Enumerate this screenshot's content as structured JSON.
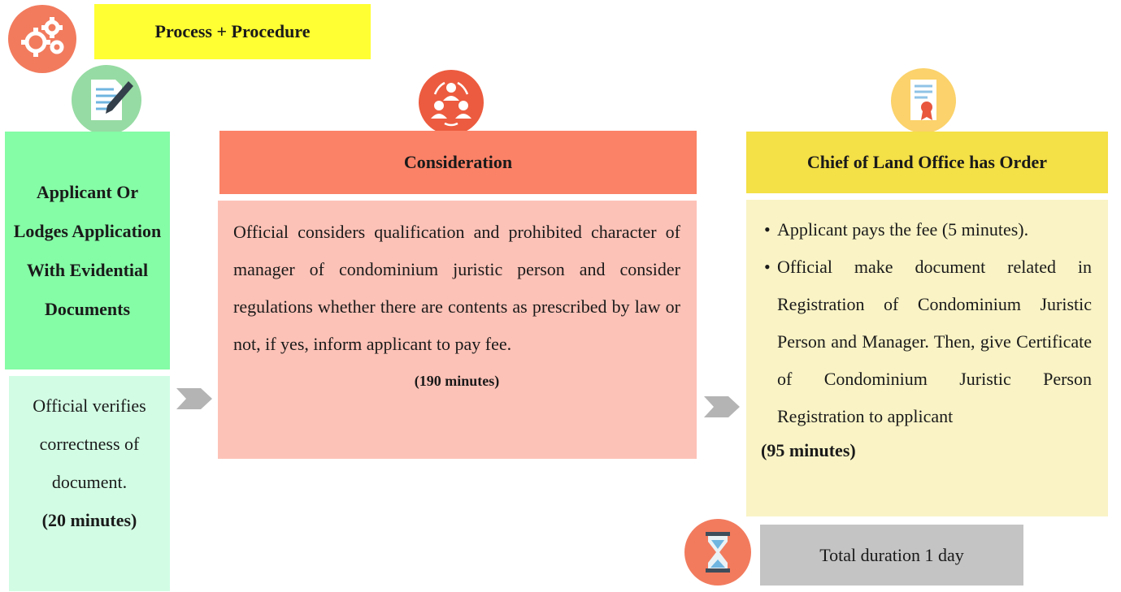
{
  "header": {
    "title": "Process + Procedure"
  },
  "steps": [
    {
      "title": "Applicant Or Lodges Application With Evidential Documents",
      "body": "Official verifies correctness of document.",
      "duration": "(20 minutes)"
    },
    {
      "title": "Consideration",
      "body": "Official considers qualification and prohibited character of manager of condominium juristic person and consider regulations whether there are contents as prescribed by law or not, if yes, inform applicant to pay fee.",
      "duration": "(190 minutes)"
    },
    {
      "title": "Chief of Land Office has Order",
      "bullets": [
        "Applicant pays the fee (5 minutes).",
        "Official make document related in Registration of Condominium Juristic Person and Manager. Then, give Certificate of Condominium Juristic Person Registration to applicant"
      ],
      "duration": "(95 minutes)"
    }
  ],
  "total": {
    "label": "Total duration 1 day"
  },
  "icons": {
    "header": "gears-icon",
    "step1": "document-pen-icon",
    "step2": "people-cycle-icon",
    "step3": "certificate-icon",
    "total": "hourglass-icon"
  },
  "colors": {
    "header_bg": "#ffff33",
    "gear_circle": "#f27b5e",
    "step1_title_bg": "#85fca6",
    "step1_body_bg": "#d2fde4",
    "step1_icon_bg": "#96dba3",
    "step2_title_bg": "#fb8267",
    "step2_body_bg": "#fdc2b7",
    "step2_icon_bg": "#ec5b3f",
    "step3_title_bg": "#f4e047",
    "step3_body_bg": "#f9f3c5",
    "step3_icon_bg": "#fbd26b",
    "total_bg": "#c4c4c4",
    "hourglass_bg": "#f27b5e",
    "chevron": "#b4b4b4"
  }
}
